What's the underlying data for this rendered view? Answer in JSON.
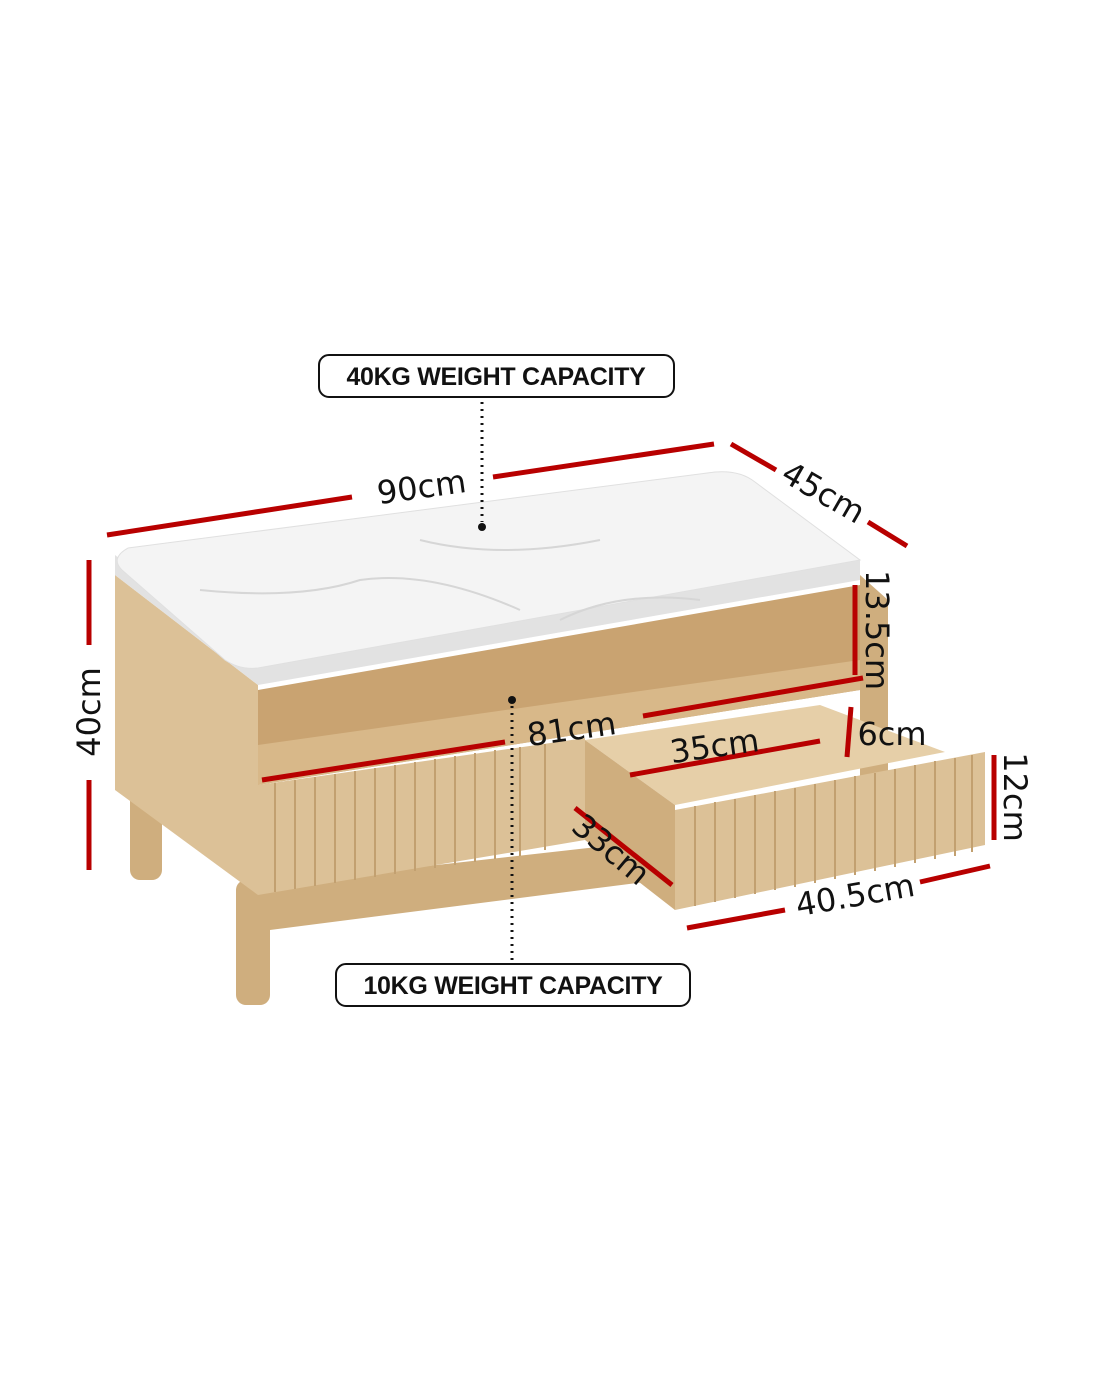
{
  "callouts": {
    "top_capacity": "40KG WEIGHT CAPACITY",
    "drawer_capacity": "10KG WEIGHT CAPACITY"
  },
  "dimensions": {
    "width": "90cm",
    "depth": "45cm",
    "height": "40cm",
    "shelf_height": "13.5cm",
    "shelf_width": "81cm",
    "drawer_inner_width": "35cm",
    "drawer_inner_height": "6cm",
    "drawer_front_height": "12cm",
    "drawer_depth": "33cm",
    "drawer_width": "40.5cm"
  },
  "colors": {
    "dimension_line": "#b80000",
    "wood": "#dcc197",
    "marble": "#f4f4f4"
  }
}
